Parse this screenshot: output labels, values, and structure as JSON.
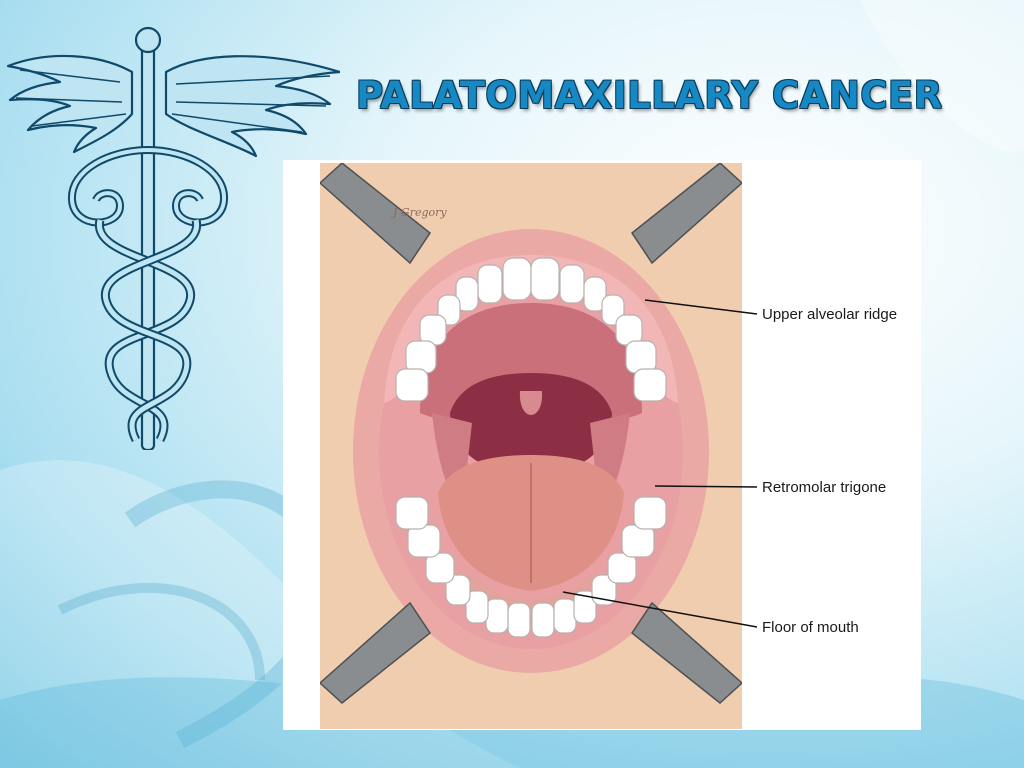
{
  "slide": {
    "title": "PALATOMAXILLARY CANCER",
    "title_color": "#1689c4",
    "title_outline_color": "#0d3b58",
    "background_colors": [
      "#ffffff",
      "#a9def0",
      "#6cc3e0"
    ]
  },
  "logo": {
    "icon": "caduceus-icon",
    "color": "#5aa9c8"
  },
  "diagram": {
    "signature": "J Gregory",
    "labels": {
      "upper_alveolar_ridge": "Upper alveolar ridge",
      "retromolar_trigone": "Retromolar trigone",
      "floor_of_mouth": "Floor of mouth"
    },
    "colors": {
      "skin": "#f1cdb0",
      "lip": "#eaa9a4",
      "mucosa": "#e9a0a3",
      "palate": "#c9707a",
      "throat": "#8c2f45",
      "tongue": "#de8f86",
      "teeth": "#ffffff",
      "retractor": "#8a8d90"
    }
  }
}
